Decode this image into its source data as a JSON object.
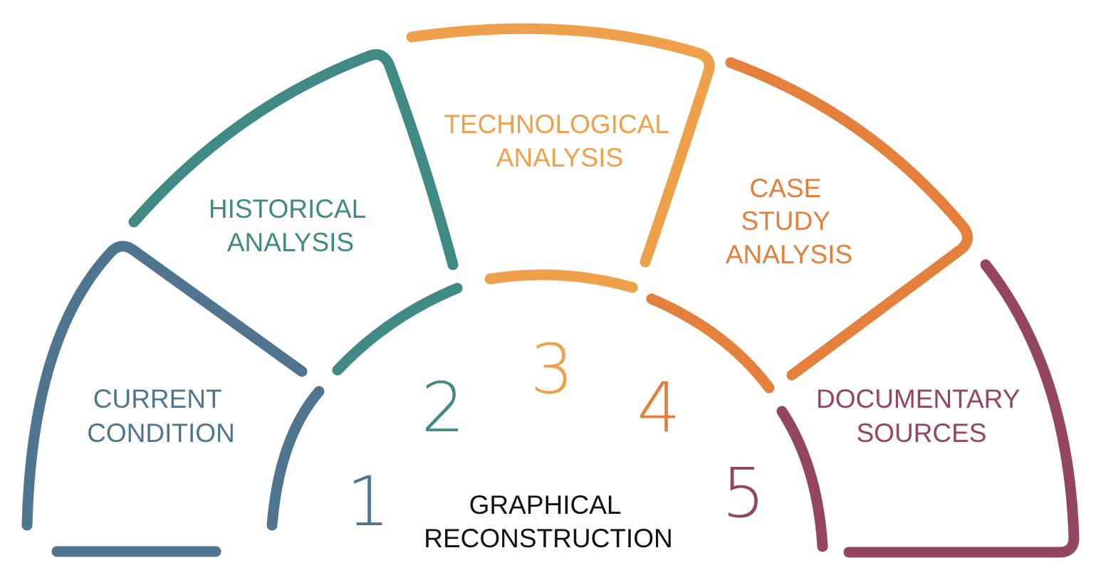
{
  "colors": {
    "current_condition": "#4F7590",
    "historical": "#3F8A84",
    "technological": "#EFA04A",
    "case_study": "#E47F3C",
    "documentary": "#944561",
    "center_text": "#111111"
  },
  "sections": [
    {
      "id": "current-condition",
      "number": "1",
      "label_lines": [
        "CURRENT",
        "CONDITION"
      ]
    },
    {
      "id": "historical-analysis",
      "number": "2",
      "label_lines": [
        "HISTORICAL",
        "ANALYSIS"
      ]
    },
    {
      "id": "technological-analysis",
      "number": "3",
      "label_lines": [
        "TECHNOLOGICAL",
        "ANALYSIS"
      ]
    },
    {
      "id": "case-study-analysis",
      "number": "4",
      "label_lines": [
        "CASE",
        "STUDY",
        "ANALYSIS"
      ]
    },
    {
      "id": "documentary-sources",
      "number": "5",
      "label_lines": [
        "DOCUMENTARY",
        "SOURCES"
      ]
    }
  ],
  "center": {
    "label_lines": [
      "GRAPHICAL",
      "RECONSTRUCTION"
    ]
  }
}
